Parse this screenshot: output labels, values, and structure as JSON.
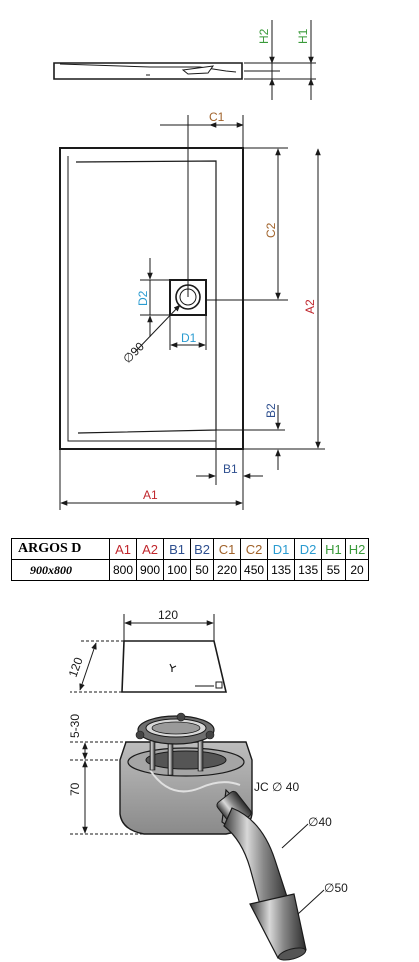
{
  "colors": {
    "a": "#c0272d",
    "b": "#2e4f8f",
    "c": "#a0622a",
    "d": "#2a9bd0",
    "h": "#3a9a3a",
    "line": "#1a1a1a"
  },
  "plan": {
    "side_labels": {
      "h2": "H2",
      "h1": "H1"
    },
    "top_labels": {
      "c1": "C1",
      "c2": "C2",
      "d2": "D2",
      "d1": "D1",
      "a2": "A2",
      "b2": "B2",
      "b1": "B1",
      "a1": "A1",
      "diameter": "∅90"
    }
  },
  "spec_table": {
    "model": "ARGOS D",
    "size": "900x800",
    "headers": [
      "A1",
      "A2",
      "B1",
      "B2",
      "C1",
      "C2",
      "D1",
      "D2",
      "H1",
      "H2"
    ],
    "header_colors": [
      "a",
      "a",
      "b",
      "b",
      "c",
      "c",
      "d",
      "d",
      "h",
      "h"
    ],
    "values": [
      "800",
      "900",
      "100",
      "50",
      "220",
      "450",
      "135",
      "135",
      "55",
      "20"
    ]
  },
  "cover": {
    "width": "120",
    "depth": "120"
  },
  "drain": {
    "height_range": "5-30",
    "height": "70",
    "outlet": "JC ∅ 40",
    "pipe_diameter": "∅40",
    "pipe_outlet_diameter": "∅50"
  }
}
